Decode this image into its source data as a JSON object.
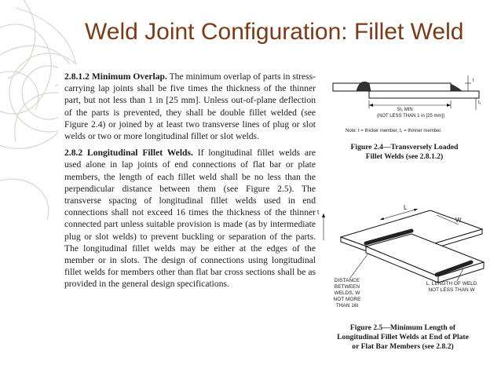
{
  "slide": {
    "title": "Weld Joint Configuration: Fillet Weld"
  },
  "document": {
    "p1": {
      "heading": "2.8.1.2 Minimum Overlap.",
      "text": " The minimum overlap of parts in stress-carrying lap joints shall be five times the thickness of the thinner part, but not less than 1 in [25 mm]. Unless out-of-plane deflection of the parts is prevented, they shall be double fillet welded (see Figure 2.4) or joined by at least two transverse lines of plug or slot welds or two or more longitudinal fillet or slot welds."
    },
    "p2": {
      "heading": "2.8.2 Longitudinal Fillet Welds.",
      "text": " If longitudinal fillet welds are used alone in lap joints of end connections of flat bar or plate members, the length of each fillet weld shall be no less than the perpendicular distance between them (see Figure 2.5). The transverse spacing of longitudinal fillet welds used in end connections shall not exceed 16 times the thickness of the thinner connected part unless suitable provision is made (as by intermediate plug or slot welds) to prevent buckling or separation of the parts. The longitudinal fillet welds may be either at the edges of the member or in slots. The design of connections using longitudinal fillet welds for members other than flat bar cross sections shall be as provided in the general design specifications."
    },
    "figure24": {
      "label_t": "t",
      "label_t1": "t₁",
      "label_min": "5t₁ MIN",
      "label_not_less": "(NOT LESS THAN 1 in [25 mm])",
      "note": "Note: t = thicker member, t₁ = thinner member.",
      "caption_line1": "Figure 2.4—Transversely Loaded",
      "caption_line2": "Fillet Welds (see 2.8.1.2)"
    },
    "figure25": {
      "label_t": "t",
      "label_L": "L",
      "label_W": "W",
      "label_distance_lines": [
        "DISTANCE",
        "BETWEEN",
        "WELDS, W",
        "NOT MORE",
        "THAN 16t"
      ],
      "label_length_lines": [
        "L, LENGTH OF WELD",
        "NOT LESS THAN W"
      ],
      "caption_line1": "Figure 2.5—Minimum Length of",
      "caption_line2": "Longitudinal Fillet Welds at End of Plate",
      "caption_line3": "or Flat Bar Members (see 2.8.2)"
    }
  }
}
